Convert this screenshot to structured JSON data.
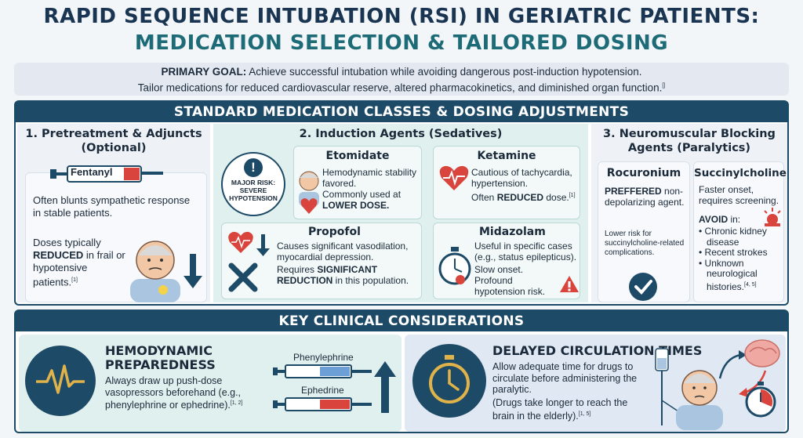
{
  "title": {
    "line1": "RAPID SEQUENCE INTUBATION (RSI) IN GERIATRIC PATIENTS:",
    "line2": "MEDICATION SELECTION & TAILORED DOSING"
  },
  "goal": {
    "label": "PRIMARY GOAL:",
    "text1": " Achieve successful intubation while avoiding dangerous post-induction hypotension.",
    "text2": "Tailor medications for reduced cardiovascular reserve, altered pharmacokinetics, and diminished organ function.",
    "mark": "[]"
  },
  "section1": {
    "heading": "STANDARD MEDICATION CLASSES & DOSING ADJUSTMENTS",
    "col1": {
      "title": "1. Pretreatment & Adjuncts (Optional)",
      "drug": "Fentanyl",
      "text1": "Often blunts sympathetic response in stable patients.",
      "text2a": "Doses typically ",
      "text2b": "REDUCED",
      "text2c": " in frail or hypotensive patients.",
      "ref": "[1]"
    },
    "col2": {
      "title": "2. Induction Agents (Sedatives)",
      "risk": "MAJOR RISK: SEVERE HYPOTENSION",
      "etomidate": {
        "name": "Etomidate",
        "text1": "Hemodynamic stability favored.",
        "text2": "Commonly used at",
        "text3": "LOWER DOSE."
      },
      "ketamine": {
        "name": "Ketamine",
        "text1": "Cautious of tachycardia, hypertension.",
        "text2a": "Often ",
        "text2b": "REDUCED",
        "text2c": " dose.",
        "ref": "[1]"
      },
      "propofol": {
        "name": "Propofol",
        "text1": "Causes significant vasodilation, myocardial depression.",
        "text2a": "Requires ",
        "text2b": "SIGNIFICANT REDUCTION",
        "text2c": " in this population."
      },
      "midazolam": {
        "name": "Midazolam",
        "text1": "Useful in specific cases (e.g., status epilepticus).",
        "text2": "Slow onset. Profound hypotension risk."
      }
    },
    "col3": {
      "title": "3. Neuromuscular Blocking Agents (Paralytics)",
      "rocuronium": {
        "name": "Rocuronium",
        "text1a": "PREFFERED",
        "text1b": " non-depolarizing agent.",
        "text2": "Lower risk for succinylcholine-related complications."
      },
      "succinylcholine": {
        "name": "Succinylcholine",
        "text1": "Faster onset, requires screening.",
        "avoid": "AVOID",
        "avoid_suffix": " in:",
        "items": [
          "Chronic kidney disease",
          "Recent strokes",
          "Unknown neurological histories."
        ],
        "ref": "[4, 5]"
      }
    }
  },
  "section2": {
    "heading": "KEY CLINICAL CONSIDERATIONS",
    "left": {
      "title": "HEMODYNAMIC PREPAREDNESS",
      "text": "Always draw up push-dose vasopressors beforehand (e.g., phenylephrine or ephedrine).",
      "ref": "[1, 2]",
      "drug1": "Phenylephrine",
      "drug2": "Ephedrine"
    },
    "right": {
      "title": "DELAYED CIRCULATION TIMES",
      "text1": "Allow adequate time for drugs to circulate before administering the paralytic.",
      "text2": "(Drugs take longer to reach the brain in the elderly).",
      "ref": "[1, 5]"
    }
  },
  "colors": {
    "navy": "#1d4a66",
    "teal": "#1e6b78",
    "red": "#d9453d",
    "gold": "#e0b34a"
  }
}
